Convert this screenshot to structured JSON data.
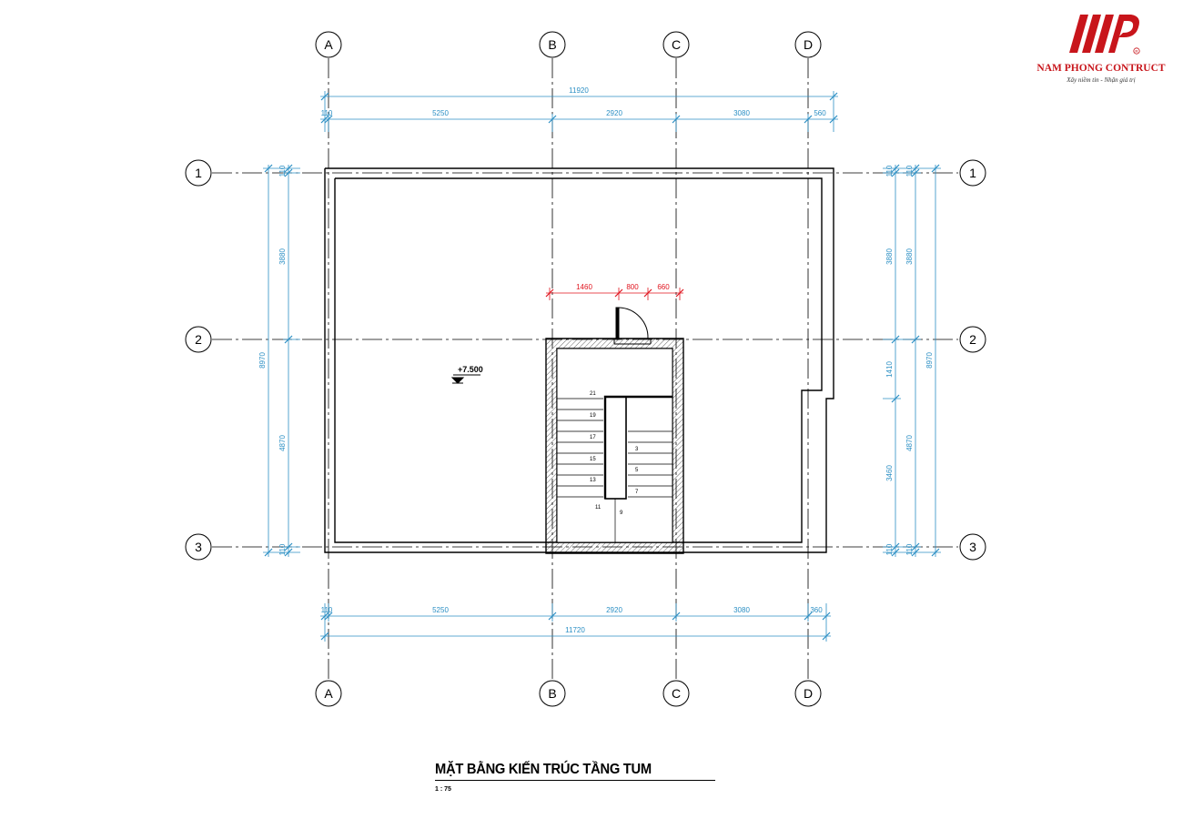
{
  "logo": {
    "company": "NAM PHONG CONTRUCT",
    "slogan": "Xây niềm tin - Nhận giá trị",
    "brand_color": "#c8151b",
    "icon": "mp-logo-icon"
  },
  "drawing": {
    "title": "MẶT BẰNG KIẾN TRÚC TẦNG TUM",
    "scale": "1 : 75",
    "level_mark": "+7.500"
  },
  "grid": {
    "columns": [
      "A",
      "B",
      "C",
      "D"
    ],
    "rows": [
      "1",
      "2",
      "3"
    ]
  },
  "dimensions": {
    "top_total": "11920",
    "top_segments": [
      "110",
      "5250",
      "2920",
      "3080",
      "560"
    ],
    "bottom_segments": [
      "110",
      "5250",
      "2920",
      "3080",
      "360"
    ],
    "bottom_total": "11720",
    "left_segments": [
      "110",
      "3880",
      "4870",
      "110"
    ],
    "left_total": "8970",
    "right_inner": [
      "110",
      "3880",
      "1410",
      "3460",
      "110"
    ],
    "right_mid": [
      "110",
      "3880",
      "4870",
      "110"
    ],
    "right_total": "8970",
    "stair_top": [
      "1460",
      "800",
      "660"
    ]
  },
  "stair_numbers": {
    "left_flight": [
      "21",
      "19",
      "17",
      "15",
      "13",
      "11"
    ],
    "right_flight": [
      "3",
      "5",
      "7",
      "9"
    ]
  },
  "colors": {
    "dimension": "#2b8fc4",
    "stair_dimension": "#e0141e",
    "linework": "#000000"
  }
}
